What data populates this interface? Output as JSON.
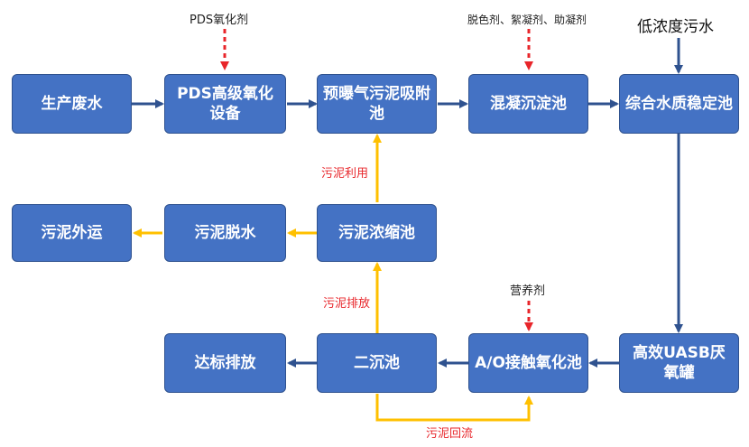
{
  "colors": {
    "box_fill": "#4472C4",
    "main_flow_arrow": "#2F528F",
    "sludge_flow_arrow": "#FFC000",
    "chemical_dose_arrow": "#E8252A",
    "sludge_label_text": "#E8252A"
  },
  "nodes": {
    "wastewater": "生产废水",
    "pds": "PDS高级氧化设备",
    "preaeration": "预曝气污泥吸附池",
    "coagulation": "混凝沉淀池",
    "equalization": "综合水质稳定池",
    "uasb": "高效UASB厌氧罐",
    "ao": "A/O接触氧化池",
    "secondary": "二沉池",
    "discharge": "达标排放",
    "thickener": "污泥浓缩池",
    "dewatering": "污泥脱水",
    "sludge_out": "污泥外运"
  },
  "labels": {
    "pds_agent": "PDS氧化剂",
    "coag_agents": "脱色剂、絮凝剂、助凝剂",
    "low_conc": "低浓度污水",
    "nutrient": "营养剂",
    "sludge_reuse": "污泥利用",
    "sludge_discharge": "污泥排放",
    "sludge_return": "污泥回流"
  }
}
